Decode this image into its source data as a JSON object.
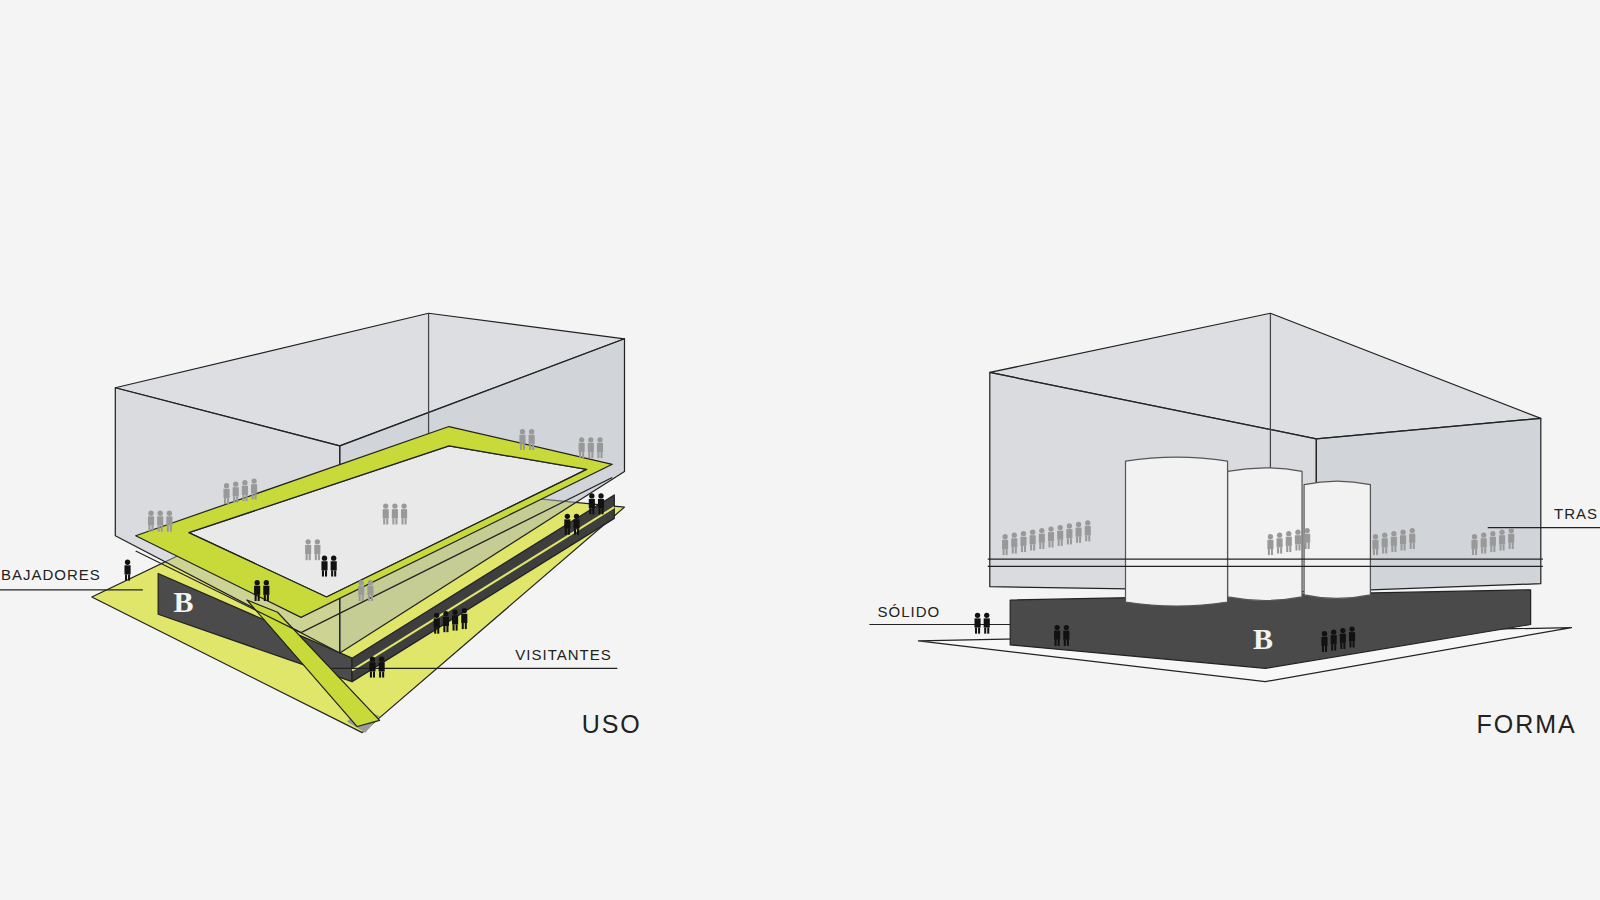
{
  "diagram": {
    "labels": [
      "BAJADORES",
      "VISITANTES",
      "USO",
      "SÓLIDO",
      "TRAS",
      "FORMA",
      "B",
      "B"
    ]
  }
}
